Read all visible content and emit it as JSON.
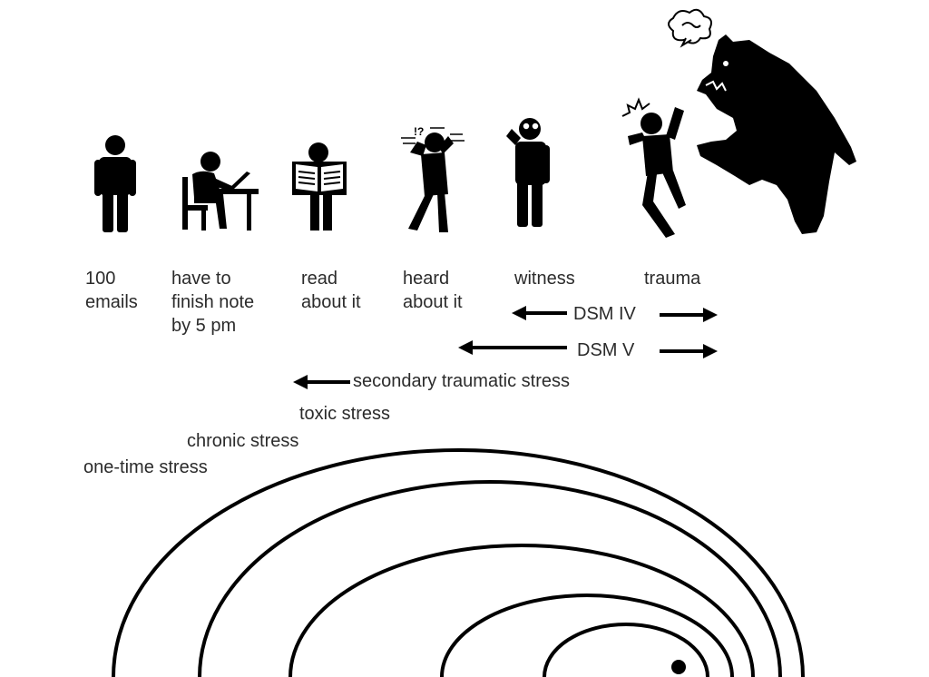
{
  "figures": [
    {
      "icon": "standing-person-icon",
      "label_lines": [
        "100",
        "emails"
      ]
    },
    {
      "icon": "person-at-desk-laptop-icon",
      "label_lines": [
        "have to",
        "finish note",
        "by 5 pm"
      ]
    },
    {
      "icon": "person-reading-newspaper-icon",
      "label_lines": [
        "read",
        "about it"
      ]
    },
    {
      "icon": "person-distressed-listening-icon",
      "label_lines": [
        "heard",
        "about it"
      ]
    },
    {
      "icon": "person-witnessing-icon",
      "label_lines": [
        "witness"
      ]
    },
    {
      "icon": "person-attacked-by-bear-icon",
      "label_lines": [
        "trauma"
      ]
    }
  ],
  "ranges": {
    "dsm_iv": "DSM IV",
    "dsm_v": "DSM V",
    "secondary_traumatic_stress": "secondary traumatic stress"
  },
  "stress_levels": {
    "toxic": "toxic stress",
    "chronic": "chronic stress",
    "one_time": "one-time stress"
  },
  "colors": {
    "ink": "#000000",
    "text": "#2b2b2b",
    "background": "#ffffff"
  }
}
